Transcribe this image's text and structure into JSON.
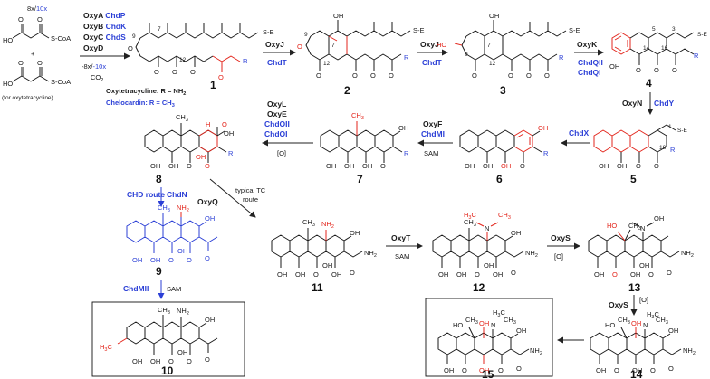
{
  "start": {
    "loading": "8x/",
    "loading_alt": "10x",
    "coa": "S-CoA",
    "plus": "+",
    "oxytc_note": "(for oxytetracycline)",
    "remove": "-8x/",
    "remove_alt": "-10x",
    "co2": "CO",
    "co2_sub": "2"
  },
  "enzymes_initial": [
    {
      "black": "OxyA",
      "blue": "ChdP"
    },
    {
      "black": "OxyB",
      "blue": "ChdK"
    },
    {
      "black": "OxyC",
      "blue": "ChdS"
    },
    {
      "black": "OxyD",
      "blue": ""
    }
  ],
  "captions": {
    "oxytc": "Oxytetracycline: R = NH",
    "oxytc_sub": "2",
    "chelo": "Chelocardin: R = CH",
    "chelo_sub": "3"
  },
  "compounds": [
    "1",
    "2",
    "3",
    "4",
    "5",
    "6",
    "7",
    "8",
    "9",
    "10",
    "11",
    "12",
    "13",
    "14",
    "15"
  ],
  "steps": {
    "s1_2": {
      "top": "OxyJ",
      "bottom": "ChdT"
    },
    "s2_3": {
      "top": "OxyJ",
      "bottom": "ChdT"
    },
    "s3_4": {
      "top": "OxyK",
      "bottom1": "ChdQII",
      "bottom2": "ChdQI"
    },
    "s4_5": {
      "left": "OxyN",
      "right": "ChdY"
    },
    "s5_6": {
      "top": "ChdX"
    },
    "s6_7": {
      "top": "OxyF",
      "blue": "ChdMI",
      "bottom": "SAM"
    },
    "s7_8": {
      "l1": "OxyL",
      "l2": "OxyE",
      "b1": "ChdOII",
      "b2": "ChdOI",
      "cond": "[O]"
    },
    "s8_9": {
      "left": "CHD route",
      "right": "ChdN"
    },
    "s8_11": {
      "l1": "typical TC",
      "l2": "route",
      "enz": "OxyQ"
    },
    "s9_10": {
      "left": "ChdMII",
      "right": "SAM"
    },
    "s11_12": {
      "top": "OxyT",
      "bottom": "SAM"
    },
    "s12_13": {
      "top": "OxyS",
      "bottom": "[O]"
    },
    "s13_14": {
      "left": "OxyS",
      "right": "[O]"
    }
  },
  "atoms": {
    "S_E": "S-E",
    "R": "R",
    "O": "O",
    "OH": "OH",
    "HO": "HO",
    "H": "H",
    "CH3": "CH",
    "CH3_sub": "3",
    "H3C": "H",
    "H3C_sub": "3",
    "H3C_C": "C",
    "NH2": "NH",
    "NH2_sub": "2",
    "N": "N",
    "one": "1",
    "ring_nums": {
      "n3": "3",
      "n5": "5",
      "n7": "7",
      "n9": "9",
      "n12": "12",
      "n14": "14",
      "n16": "16",
      "n18": "18"
    }
  },
  "colors": {
    "black": "#1a1a1a",
    "blue": "#2b3fd6",
    "red": "#e3261c"
  }
}
